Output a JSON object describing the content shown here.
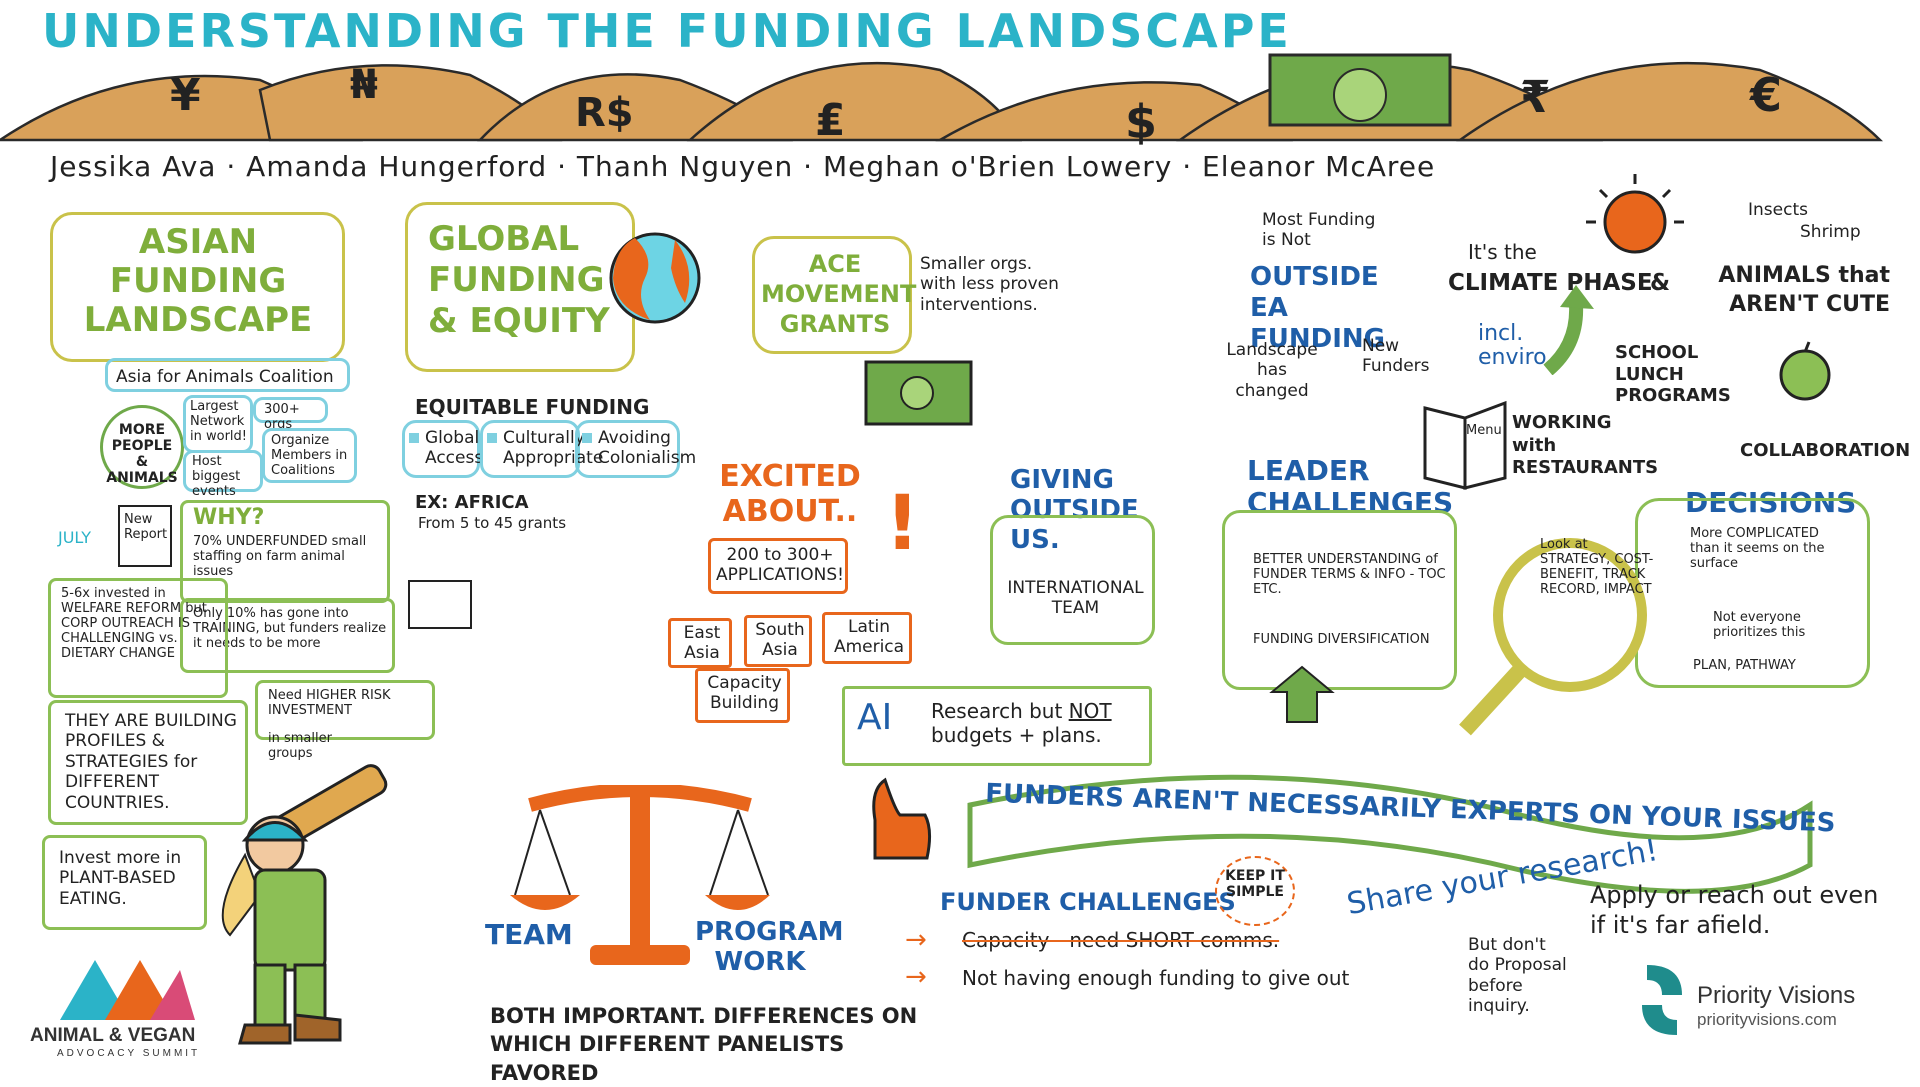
{
  "header": {
    "title": "UNDERSTANDING THE FUNDING LANDSCAPE",
    "speakers": "Jessika Ava · Amanda Hungerford · Thanh Nguyen · Meghan o'Brien Lowery · Eleanor McAree",
    "currencies": [
      "¥",
      "₦",
      "R$",
      "₤",
      "$",
      "₹",
      "€"
    ]
  },
  "asian": {
    "title": "ASIAN FUNDING LANDSCAPE",
    "coalition": "Asia for Animals Coalition",
    "more_people": "MORE PEOPLE & ANIMALS",
    "largest": "Largest Network in world!",
    "orgs": "300+ orgs",
    "host": "Host biggest events",
    "organize": "Organize Members in Coalitions",
    "july": "JULY",
    "new_report": "New Report",
    "why": "WHY?",
    "underfunded": "70% UNDERFUNDED small staffing on farm animal issues",
    "training": "Only 10% has gone into TRAINING, but funders realize it needs to be more",
    "invested": "5-6x invested in WELFARE REFORM but CORP OUTREACH IS CHALLENGING vs. DIETARY CHANGE",
    "higher_risk": "Need HIGHER RISK INVESTMENT",
    "smaller_groups": "in smaller groups",
    "profiles": "THEY ARE BUILDING PROFILES & STRATEGIES for DIFFERENT COUNTRIES.",
    "plant": "Invest more in PLANT-BASED EATING."
  },
  "global": {
    "title": "GLOBAL FUNDING & EQUITY",
    "equitable": "EQUITABLE FUNDING",
    "access": "Global Access",
    "cultural": "Culturally Appropriate",
    "colonialism": "Avoiding Colonialism",
    "africa": "EX: AFRICA",
    "grants": "From 5 to 45 grants"
  },
  "ace": {
    "title": "ACE MOVEMENT GRANTS",
    "note": "Smaller orgs. with less proven interventions."
  },
  "excited": {
    "title": "EXCITED ABOUT..",
    "applications": "200 to 300+ APPLICATIONS!",
    "east_asia": "East Asia",
    "south_asia": "South Asia",
    "latin": "Latin America",
    "capacity": "Capacity Building"
  },
  "giving": {
    "title": "GIVING OUTSIDE US.",
    "team": "INTERNATIONAL TEAM"
  },
  "ai": {
    "label": "AI",
    "text_pre": "Research but ",
    "text_not": "NOT",
    "text_post": " budgets + plans."
  },
  "outside": {
    "most": "Most Funding is Not",
    "title": "OUTSIDE EA FUNDING",
    "landscape": "Landscape has changed",
    "new_funders": "New Funders",
    "incl": "incl. enviro"
  },
  "climate": {
    "its_the": "It's the",
    "phase": "CLIMATE PHASE",
    "amp": "&",
    "animals": "ANIMALS that AREN'T CUTE",
    "insects": "Insects",
    "shrimp": "Shrimp",
    "school": "SCHOOL LUNCH PROGRAMS",
    "menu": "Menu",
    "restaurants": "WORKING with RESTAURANTS",
    "collab": "COLLABORATION"
  },
  "leader": {
    "title": "LEADER CHALLENGES",
    "understanding": "BETTER UNDERSTANDING of FUNDER TERMS & INFO - TOC ETC.",
    "diversification": "FUNDING DIVERSIFICATION"
  },
  "decisions": {
    "title": "DECISIONS",
    "complicated": "More COMPLICATED than it seems on the surface",
    "look": "Look at STRATEGY, COST-BENEFIT, TRACK RECORD, IMPACT",
    "not_everyone": "Not everyone prioritizes this",
    "plan": "PLAN, PATHWAY"
  },
  "banner": {
    "text": "FUNDERS AREN'T NECESSARILY EXPERTS ON YOUR ISSUES"
  },
  "bottom": {
    "team": "TEAM",
    "program": "PROGRAM WORK",
    "both": "BOTH IMPORTANT. DIFFERENCES ON WHICH DIFFERENT PANELISTS FAVORED",
    "funder_challenges": "FUNDER CHALLENGES",
    "keep": "KEEP IT SIMPLE",
    "capacity": "Capacity - need SHORT comms.",
    "not_having": "Not having enough funding to give out",
    "share": "Share your research!",
    "dont": "But don't do Proposal before inquiry.",
    "apply": "Apply or reach out even if it's far afield."
  },
  "logos": {
    "summit_line1": "ANIMAL & VEGAN",
    "summit_line2": "ADVOCACY SUMMIT",
    "priority": "Priority Visions",
    "priority_url": "priorityvisions.com"
  },
  "colors": {
    "teal": "#2bb3c8",
    "olive": "#c9c24a",
    "green": "#7fae3b",
    "blue": "#1f5ea8",
    "orange": "#e8661c",
    "hill": "#d9a15a"
  }
}
